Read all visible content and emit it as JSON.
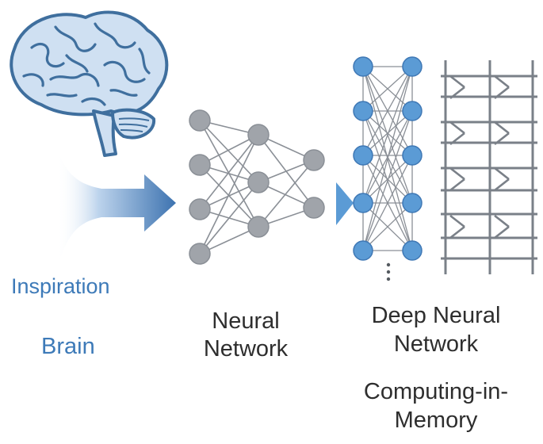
{
  "labels": {
    "inspiration": "Inspiration",
    "brain": "Brain",
    "neural_network_line1": "Neural",
    "neural_network_line2": "Network",
    "deep_nn_line1": "Deep Neural",
    "deep_nn_line2": "Network",
    "cim_line1": "Computing-in-",
    "cim_line2": "Memory"
  },
  "icons": {
    "brain": "brain-icon",
    "arrow": "flow-arrow-icon",
    "small_arrow": "small-arrow-icon",
    "neural_network": "neural-network-icon",
    "deep_network": "deep-neural-network-icon",
    "crossbar": "memory-crossbar-icon"
  },
  "colors": {
    "blue_text": "#3d7ab8",
    "dark_text": "#2e2e2e",
    "brain_fill": "#cfe0f2",
    "brain_line": "#3f6f9e",
    "node_gray": "#a0a4aa",
    "node_blue": "#5b9bd5",
    "arrow_blue": "#3d73b0",
    "grid_gray": "#7a8088"
  }
}
